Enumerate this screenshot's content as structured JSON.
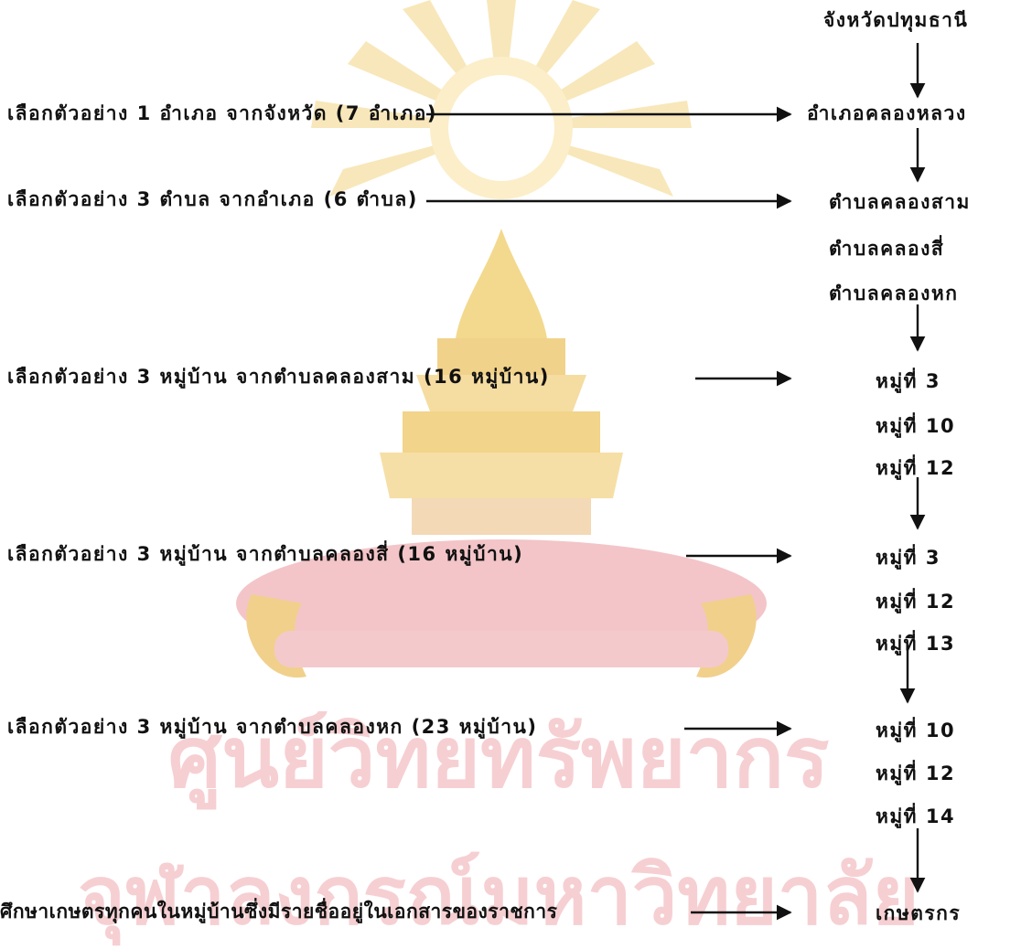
{
  "province": "จังหวัดปทุมธานี",
  "steps": [
    {
      "label": "เลือกตัวอย่าง 1 อำเภอ จากจังหวัด (7 อำเภอ)",
      "results": [
        "อำเภอคลองหลวง"
      ]
    },
    {
      "label": "เลือกตัวอย่าง 3 ตำบล  จากอำเภอ (6 ตำบล)",
      "results": [
        "ตำบลคลองสาม",
        "ตำบลคลองสี่",
        "ตำบลคลองหก"
      ]
    },
    {
      "label": "เลือกตัวอย่าง 3 หมู่บ้าน จากตำบลคลองสาม (16 หมู่บ้าน)",
      "results": [
        "หมู่ที่  3",
        "หมู่ที่  10",
        "หมู่ที่  12"
      ]
    },
    {
      "label": "เลือกตัวอย่าง 3 หมู่บ้าน จากตำบลคลองสี่ (16 หมู่บ้าน)",
      "results": [
        "หมู่ที่  3",
        "หมู่ที่  12",
        "หมู่ที่  13"
      ]
    },
    {
      "label": "เลือกตัวอย่าง 3 หมู่บ้าน จากตำบลคลองหก (23 หมู่บ้าน)",
      "results": [
        "หมู่ที่  10",
        "หมู่ที่  12",
        "หมู่ที่  14"
      ]
    },
    {
      "label": "ศึกษาเกษตรทุกคนในหมู่บ้านซึ่งมีรายชื่ออยู่ในเอกสารของราชการ",
      "results": [
        "เกษตรกร"
      ]
    }
  ],
  "watermark": {
    "line1": "ศูนย์วิทยทรัพยากร",
    "line2": "จุฬาลงกรณ์มหาวิทยาลัย",
    "color_gold": "#f2d48a",
    "color_pink": "#f3bfc3"
  }
}
